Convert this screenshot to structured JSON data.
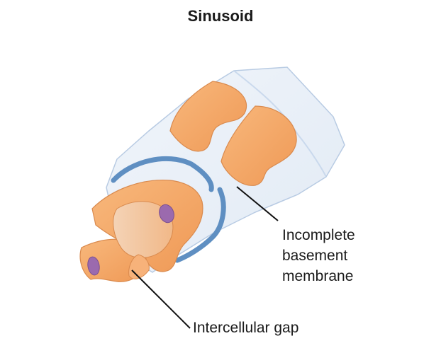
{
  "title": "Sinusoid",
  "labels": {
    "membrane_line1": "Incomplete",
    "membrane_line2": "basement",
    "membrane_line3": "membrane",
    "gap": "Intercellular gap"
  },
  "colors": {
    "endothelium": "#f4a565",
    "endothelium_dark": "#e08a4a",
    "membrane_fill": "#d7e3f2",
    "membrane_band": "#5f8fc2",
    "nucleus": "#9b6aae",
    "leader_line": "#111111"
  }
}
